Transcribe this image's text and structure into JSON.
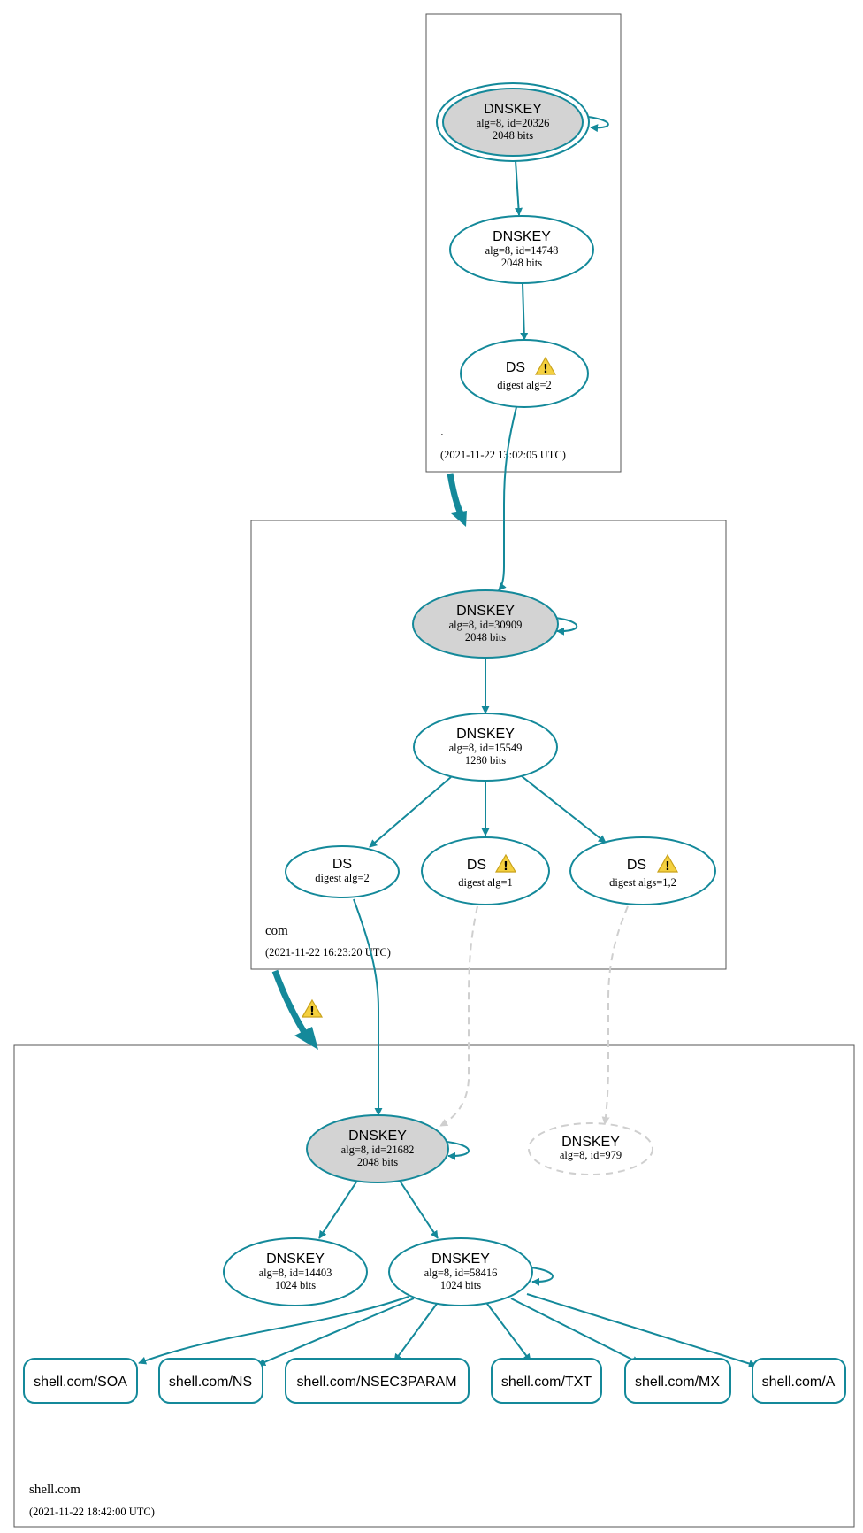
{
  "zones": [
    {
      "id": "root",
      "name": ".",
      "timestamp": "(2021-11-22 13:02:05 UTC)"
    },
    {
      "id": "com",
      "name": "com",
      "timestamp": "(2021-11-22 16:23:20 UTC)"
    },
    {
      "id": "shell",
      "name": "shell.com",
      "timestamp": "(2021-11-22 18:42:00 UTC)"
    }
  ],
  "nodes": {
    "root_ksk": {
      "title": "DNSKEY",
      "line1": "alg=8, id=20326",
      "line2": "2048 bits"
    },
    "root_zsk": {
      "title": "DNSKEY",
      "line1": "alg=8, id=14748",
      "line2": "2048 bits"
    },
    "root_ds": {
      "title": "DS",
      "line1": "digest alg=2",
      "warning": true
    },
    "com_ksk": {
      "title": "DNSKEY",
      "line1": "alg=8, id=30909",
      "line2": "2048 bits"
    },
    "com_zsk": {
      "title": "DNSKEY",
      "line1": "alg=8, id=15549",
      "line2": "1280 bits"
    },
    "com_ds1": {
      "title": "DS",
      "line1": "digest alg=2"
    },
    "com_ds2": {
      "title": "DS",
      "line1": "digest alg=1",
      "warning": true
    },
    "com_ds3": {
      "title": "DS",
      "line1": "digest algs=1,2",
      "warning": true
    },
    "shell_ksk": {
      "title": "DNSKEY",
      "line1": "alg=8, id=21682",
      "line2": "2048 bits"
    },
    "shell_missing": {
      "title": "DNSKEY",
      "line1": "alg=8, id=979"
    },
    "shell_key_14403": {
      "title": "DNSKEY",
      "line1": "alg=8, id=14403",
      "line2": "1024 bits"
    },
    "shell_key_58416": {
      "title": "DNSKEY",
      "line1": "alg=8, id=58416",
      "line2": "1024 bits"
    }
  },
  "rrsets": [
    "shell.com/SOA",
    "shell.com/NS",
    "shell.com/NSEC3PARAM",
    "shell.com/TXT",
    "shell.com/MX",
    "shell.com/A"
  ],
  "warnings": {
    "delegation_com_to_shell": true
  },
  "colors": {
    "secure": "#14899a",
    "ksk_fill": "#d3d3d3",
    "missing": "#cfcfcf",
    "warning": "#f4d03f"
  },
  "icons": {
    "warning": "warning-triangle-icon"
  }
}
